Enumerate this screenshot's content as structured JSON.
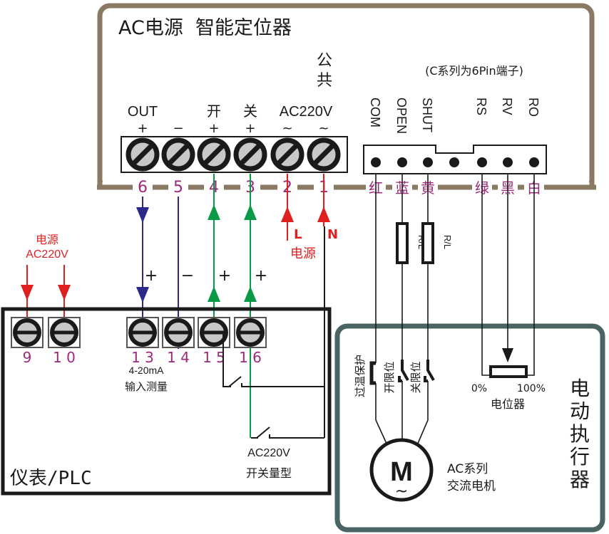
{
  "positioner": {
    "title": "AC电源  智能定位器",
    "common_label": [
      "公",
      "共"
    ],
    "series_note": "(C系列为6Pin端子)",
    "terminal_labels_top": [
      {
        "name": "OUT",
        "sign": "+"
      },
      {
        "name": "",
        "sign": "−"
      },
      {
        "name": "开",
        "sign": "+"
      },
      {
        "name": "关",
        "sign": "+"
      },
      {
        "name": "AC220V",
        "sign": "~"
      },
      {
        "name": "",
        "sign": "~"
      }
    ],
    "terminal_numbers": [
      "6",
      "5",
      "4",
      "3",
      "2",
      "1"
    ],
    "connector_pins": [
      "COM",
      "OPEN",
      "SHUT",
      "",
      "RS",
      "RV",
      "RO"
    ],
    "wire_colors": [
      "红",
      "蓝",
      "黄",
      "",
      "绿",
      "黑",
      "白"
    ],
    "border_color": "#8b7a63"
  },
  "power": {
    "label_L": "L",
    "label_N": "N",
    "label": "电源",
    "plc_power_label": "电源",
    "plc_power_voltage": "AC220V"
  },
  "signal_signs": [
    "+",
    "−",
    "+",
    "+"
  ],
  "plc": {
    "title": "仪表/PLC",
    "terminals_left": [
      "9",
      "10"
    ],
    "terminals_right": [
      "13",
      "14",
      "15",
      "16"
    ],
    "input_range": "4-20mA",
    "input_label": "输入测量",
    "switch_voltage": "AC220V",
    "switch_label": "开关量型"
  },
  "actuator": {
    "title": [
      "电",
      "动",
      "执",
      "行",
      "器"
    ],
    "overheat_label": "过温保护",
    "open_limit_label": "开限位",
    "close_limit_label": "关限位",
    "resistor_label": "R/L",
    "pot_min": "0%",
    "pot_max": "100%",
    "pot_label": "电位器",
    "motor_symbol": "M",
    "motor_tilde": "~",
    "motor_series": "AC系列",
    "motor_label": "交流电机",
    "border_color": "#4a6464"
  },
  "colors": {
    "blue_wire": "#2b2a8a",
    "green_wire": "#0a9a45",
    "red_wire": "#e02020",
    "number_magenta": "#9c2a7a",
    "terminal_fill": "#c8c8c8"
  }
}
